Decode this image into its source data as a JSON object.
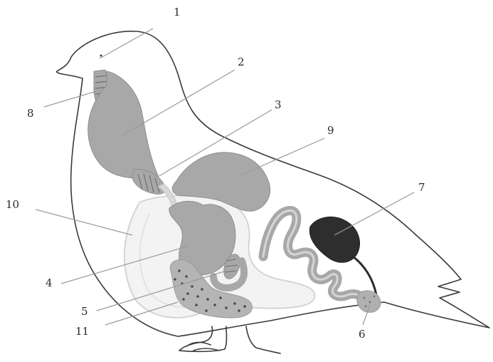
{
  "labels": {
    "l1": "1",
    "l2": "2",
    "l3": "3",
    "l4": "4",
    "l5": "5",
    "l6": "6",
    "l7": "7",
    "l8": "8",
    "l9": "9",
    "l10": "10",
    "l11": "11"
  },
  "colors": {
    "outline": "#3a3a3a",
    "organ_gray": "#a8a8a8",
    "dark_organ": "#2e2e2e",
    "leader_line": "#9a9a9a",
    "air_sac": "#f3f3f3"
  }
}
